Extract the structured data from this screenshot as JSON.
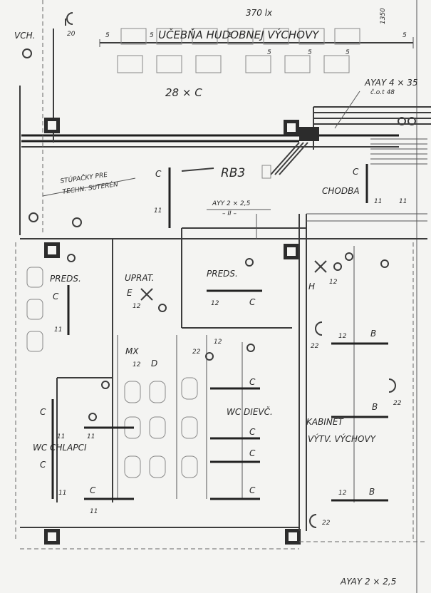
{
  "header": {
    "room_title": "UČEBŇA HUDOBNEJ VÝCHOVY",
    "lux_level": "370 lx",
    "ceiling_height": "1350",
    "partial_top_left": "VCH.",
    "room_lamp_code": "28 × C",
    "dim_markers": [
      "5",
      "5",
      "5",
      "5",
      "5",
      "5",
      "5"
    ],
    "top_outlet_number": "20"
  },
  "cables": {
    "top_right_cable": "AYAY 4 × 35",
    "top_right_cable_sub": "č.o.t 48",
    "mid_cable": "AYY 2 × 2,5",
    "mid_cable_sub": "– II –",
    "bottom_cable": "AYAY 2 × 2,5"
  },
  "panel_label": "RB3",
  "corridor_label": "CHODBA",
  "stairs_note_line1": "STÚPAČKY PRE",
  "stairs_note_line2": "TECHN. SUTERÉN",
  "rooms": {
    "preds_left": "PREDS.",
    "uprat": "UPRAT.",
    "preds_mid": "PREDS.",
    "wc_dievc": "WC DIEVČ.",
    "wc_chlapci": "WC CHLAPCI",
    "kabinet_line1": "KABINET",
    "kabinet_line2": "VÝTV. VÝCHOVY"
  },
  "fixture_codes": {
    "corridor_left": "C",
    "corridor_left_num": "11",
    "corridor_right": "C",
    "corridor_right_num": "11",
    "preds_left": "C",
    "preds_left_num": "11",
    "uprat_e": "E",
    "uprat_num": "12",
    "preds_mid": "C",
    "preds_mid_num": "12",
    "mx_d": "D",
    "mx_code": "MX",
    "mx_num": "12",
    "h_code": "H",
    "h_num": "12",
    "kab_b1": "B",
    "kab_b1_num": "12",
    "kab_b2": "B",
    "kab_b3": "B",
    "kab_b3_num": "12",
    "wcd_c1": "C",
    "wcd_c2": "C",
    "wcd_c3": "C",
    "wcd_c4": "C",
    "wcd_num": "12",
    "wcd_num2": "22",
    "wcch_c1": "C",
    "wcch_c2": "C",
    "wcch_c3": "C",
    "wcch_num1": "11",
    "wcch_num2": "11",
    "wcch_num3": "11",
    "wcch_num4": "11",
    "outlet_22a": "22",
    "outlet_22b": "22",
    "outlet_22c": "22",
    "top_right_num": "11"
  }
}
